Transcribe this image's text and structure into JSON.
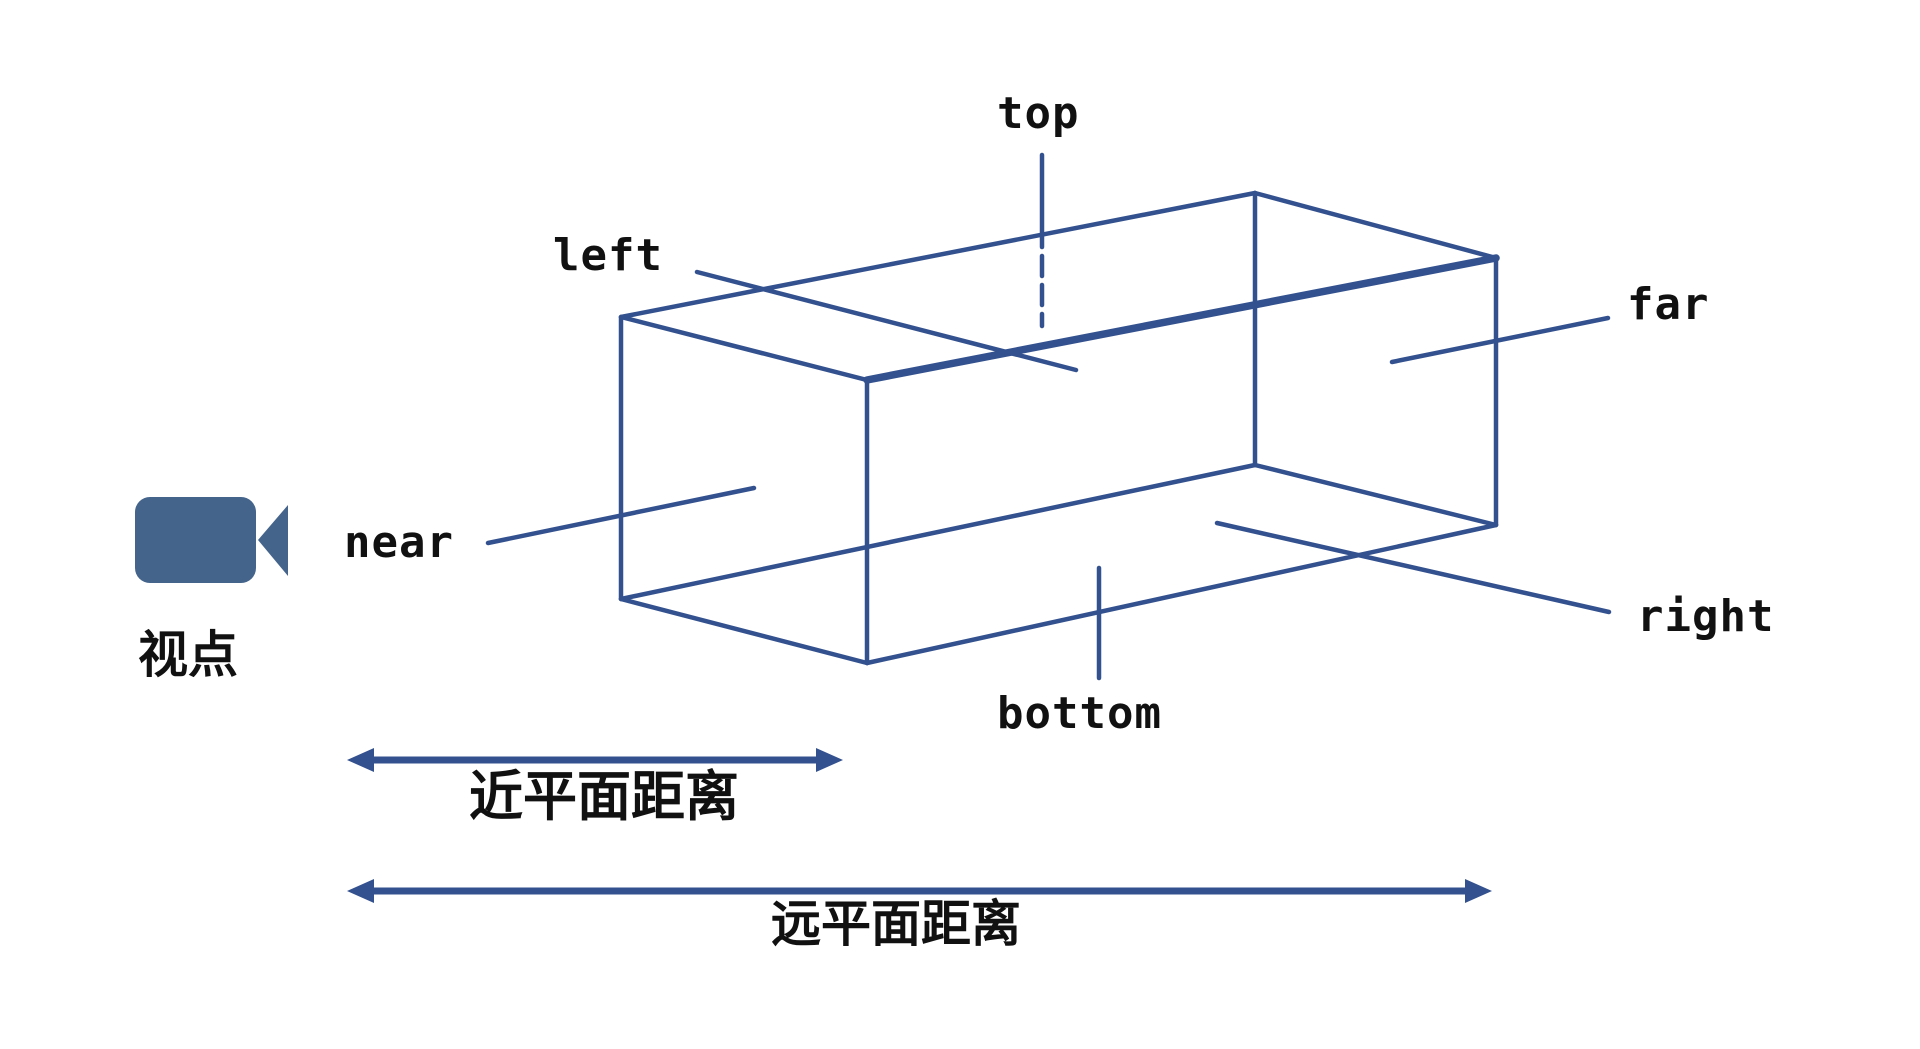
{
  "figure": {
    "title_hint": "view-volume-diagram",
    "box_labels": {
      "top": "top",
      "left": "left",
      "far": "far",
      "near": "near",
      "right": "right",
      "bottom": "bottom"
    },
    "viewpoint": {
      "label": "视点",
      "icon": "video-camera-icon"
    },
    "distances": {
      "near_plane": "近平面距离",
      "far_plane": "远平面距离"
    },
    "colors": {
      "line_blue": "#33518e",
      "camera_blue": "#44648c",
      "text_black": "#111111"
    }
  }
}
